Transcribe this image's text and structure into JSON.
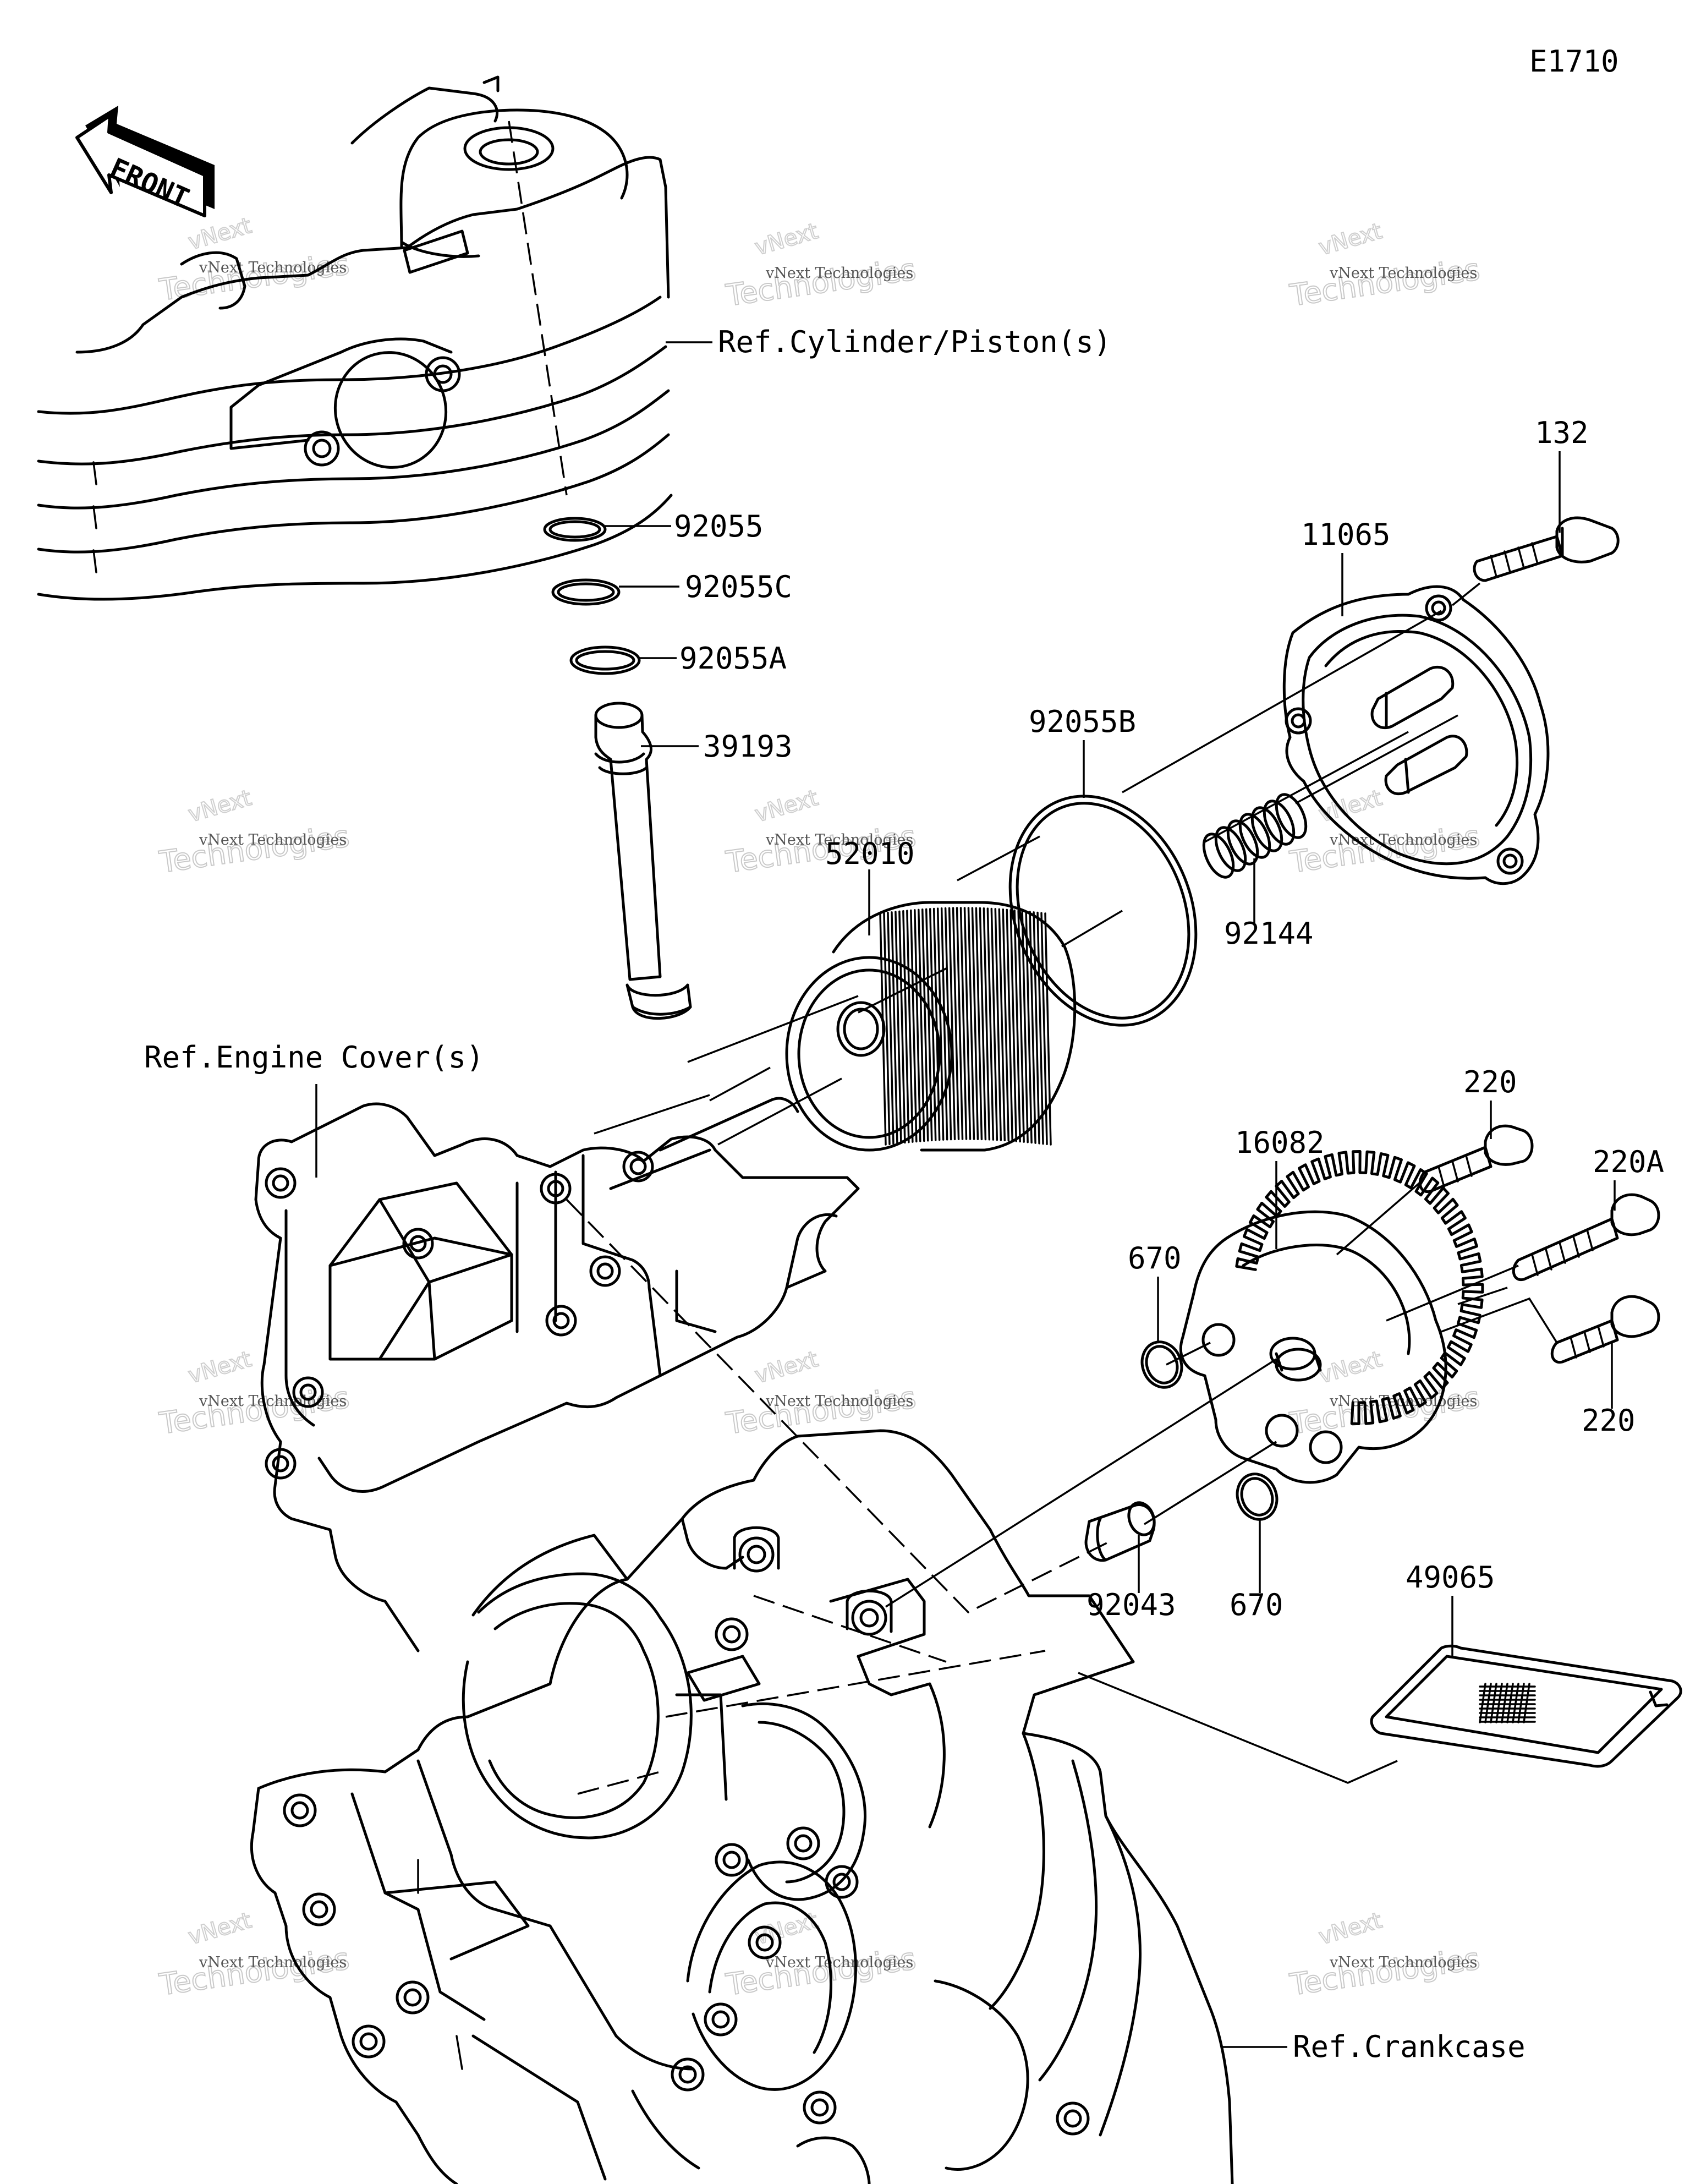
{
  "diagram_code": "E1710",
  "front_label": "FRONT",
  "watermark": {
    "small": "vNext Technologies",
    "large": "Technologies",
    "top": "vNext"
  },
  "references": {
    "cylinder": "Ref.Cylinder/Piston(s)",
    "engine_cover": "Ref.Engine Cover(s)",
    "crankcase": "Ref.Crankcase"
  },
  "parts": {
    "p92055": "92055",
    "p92055c": "92055C",
    "p92055a": "92055A",
    "p39193": "39193",
    "p132": "132",
    "p11065": "11065",
    "p92055b": "92055B",
    "p52010": "52010",
    "p92144": "92144",
    "p220_top": "220",
    "p220a": "220A",
    "p16082": "16082",
    "p670_top": "670",
    "p220_bottom": "220",
    "p92043": "92043",
    "p670_bottom": "670",
    "p49065": "49065"
  }
}
